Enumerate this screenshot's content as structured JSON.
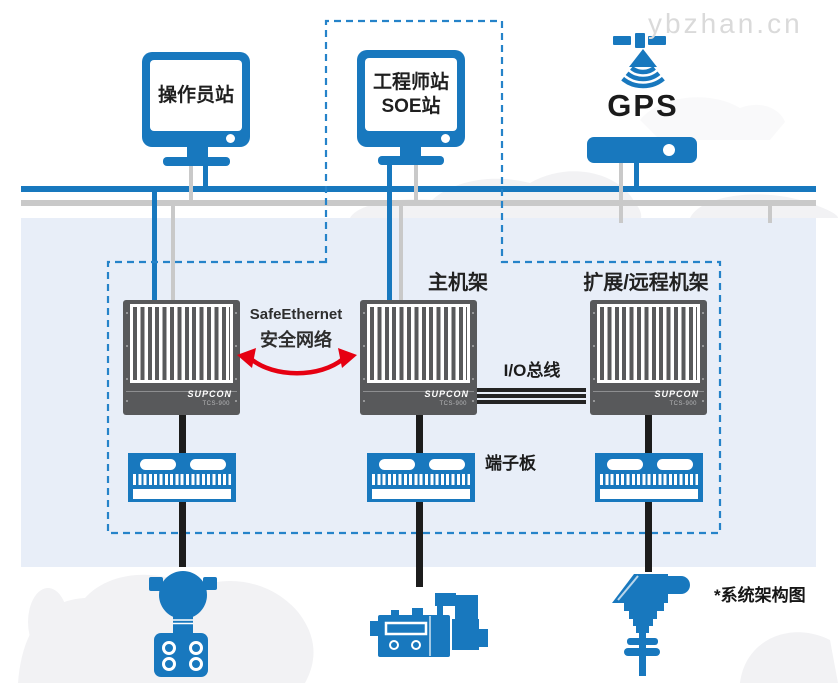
{
  "watermark": {
    "text": "ybzhan.cn"
  },
  "caption": {
    "text": "*系统架构图"
  },
  "workstations": {
    "operator": {
      "label": "操作员站"
    },
    "engineer": {
      "label_line1": "工程师站",
      "label_line2": "SOE站"
    },
    "gps": {
      "label": "GPS"
    }
  },
  "network": {
    "safe_ethernet": {
      "line1": "SafeEthernet",
      "line2": "安全网络"
    },
    "io_bus": {
      "label": "I/O总线"
    }
  },
  "racks": {
    "left": {
      "brand": "SUPCON",
      "model": "TCS-900"
    },
    "main": {
      "label": "主机架",
      "brand": "SUPCON",
      "model": "TCS-900"
    },
    "extension": {
      "label": "扩展/远程机架",
      "brand": "SUPCON",
      "model": "TCS-900"
    }
  },
  "terminal_board": {
    "label": "端子板"
  },
  "colors": {
    "primary_blue": "#1878be",
    "bus_gray": "#c9c9c9",
    "band_blue": "#e8eef8",
    "rack_gray": "#58595b",
    "arrow_red": "#e60012",
    "dashed_blue": "#2583c9",
    "watermark_gray": "#dadada",
    "cable_black": "#1c1c1c"
  }
}
